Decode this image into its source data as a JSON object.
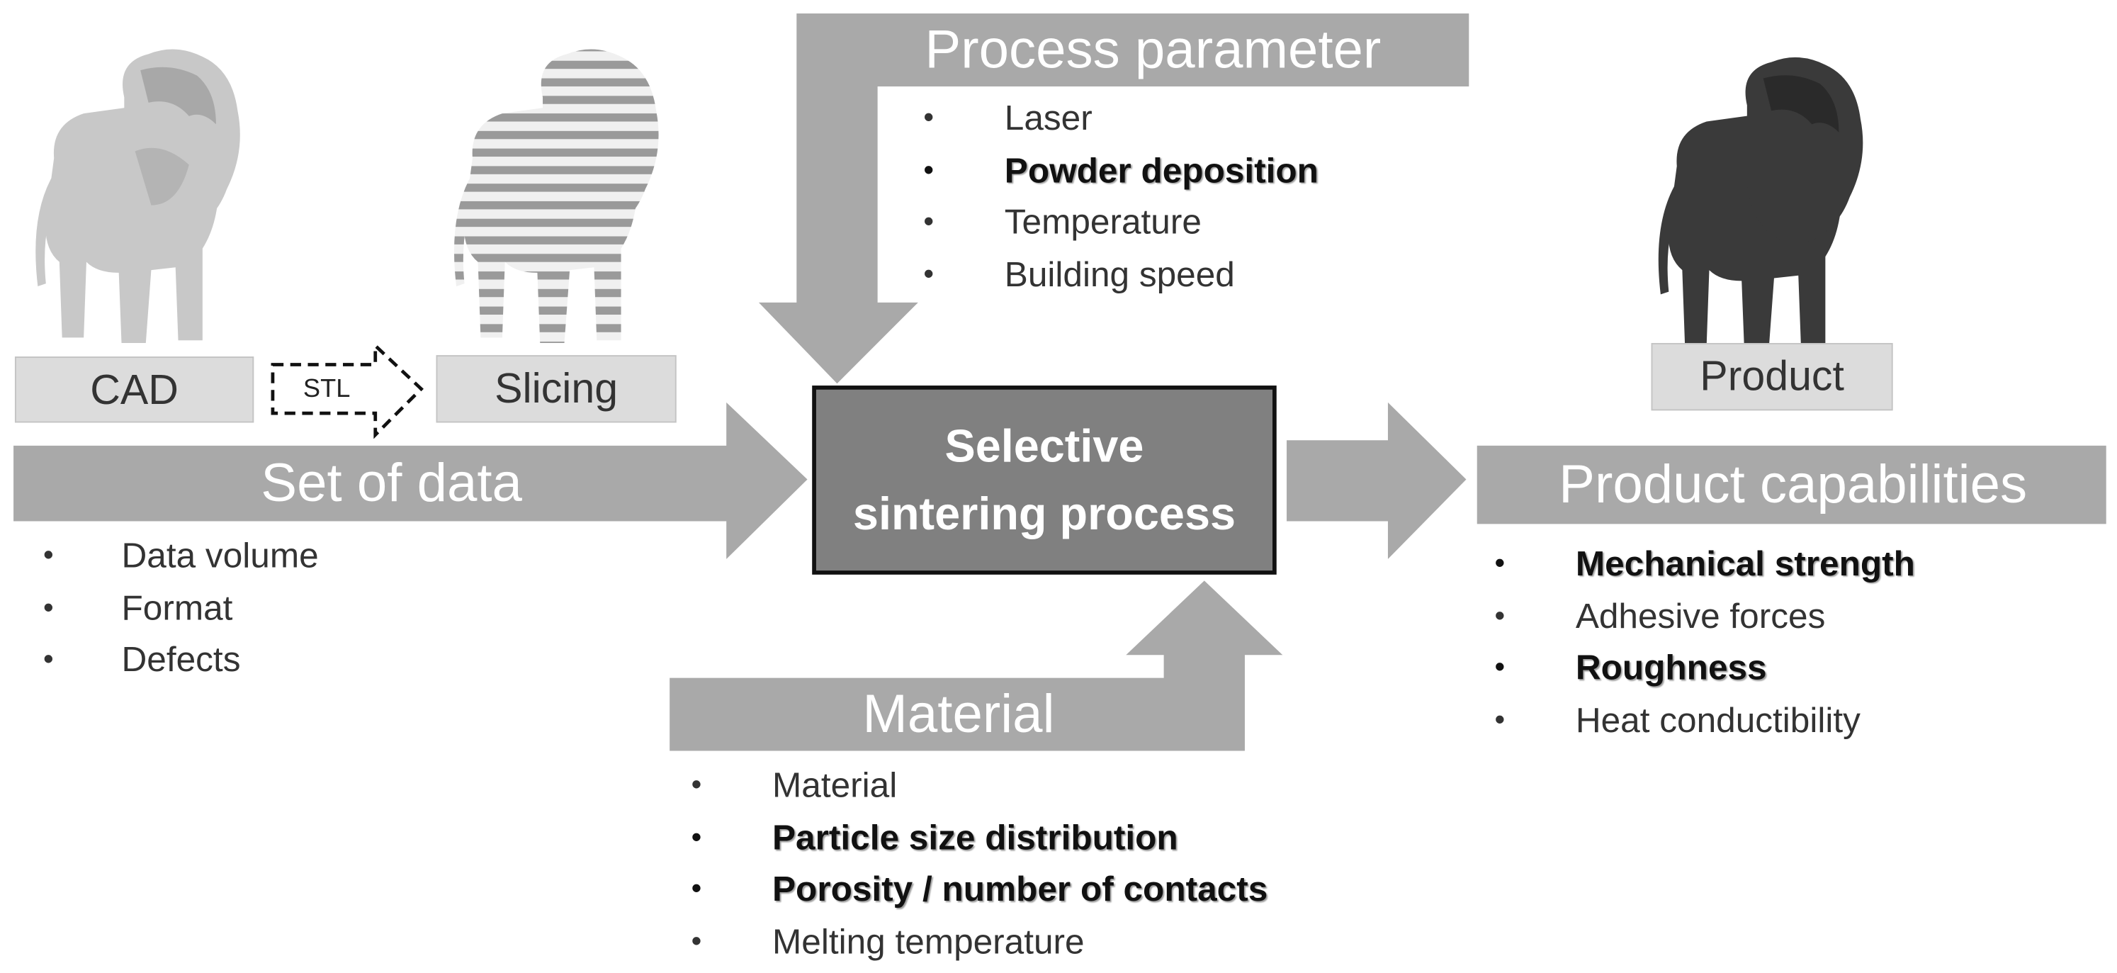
{
  "boxes": {
    "cad": "CAD",
    "stl": "STL",
    "slicing": "Slicing",
    "product": "Product"
  },
  "bars": {
    "set_of_data": "Set of data",
    "process_parameter": "Process parameter",
    "material": "Material",
    "product_capabilities": "Product capabilities"
  },
  "center": {
    "line1": "Selective",
    "line2": "sintering process"
  },
  "lists": {
    "set_of_data": [
      {
        "text": "Data volume",
        "bold": false
      },
      {
        "text": "Format",
        "bold": false
      },
      {
        "text": "Defects",
        "bold": false
      }
    ],
    "process_parameter": [
      {
        "text": "Laser",
        "bold": false
      },
      {
        "text": "Powder deposition",
        "bold": true
      },
      {
        "text": "Temperature",
        "bold": false
      },
      {
        "text": "Building speed",
        "bold": false
      }
    ],
    "material": [
      {
        "text": "Material",
        "bold": false
      },
      {
        "text": "Particle size distribution",
        "bold": true
      },
      {
        "text": "Porosity / number of contacts",
        "bold": true
      },
      {
        "text": "Melting temperature",
        "bold": false
      }
    ],
    "product_capabilities": [
      {
        "text": "Mechanical strength",
        "bold": true
      },
      {
        "text": "Adhesive forces",
        "bold": false
      },
      {
        "text": "Roughness",
        "bold": true
      },
      {
        "text": "Heat conductibility",
        "bold": false
      }
    ]
  },
  "colors": {
    "arrow_gray": "#a9a9a9",
    "center_fill": "#808080",
    "label_box": "#dcdcdc",
    "lion_light": "#c4c4c4",
    "lion_dark": "#3a3a3a"
  }
}
